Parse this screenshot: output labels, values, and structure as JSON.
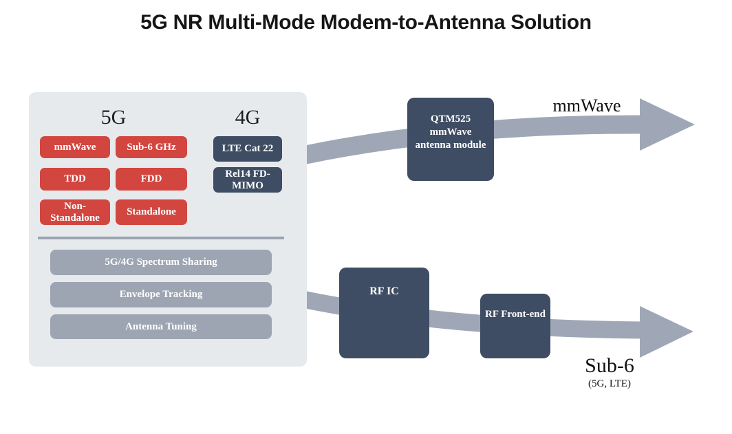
{
  "title": "5G NR Multi-Mode Modem-to-Antenna Solution",
  "panel": {
    "heading_5g": "5G",
    "heading_4g": "4G",
    "red_buttons": [
      "mmWave",
      "Sub-6 GHz",
      "TDD",
      "FDD",
      "Non-Standalone",
      "Standalone"
    ],
    "navy_buttons": [
      "LTE Cat 22",
      "Rel14 FD-MIMO"
    ],
    "features": [
      "5G/4G Spectrum Sharing",
      "Envelope Tracking",
      "Antenna Tuning"
    ]
  },
  "mmwave_flow": {
    "module": {
      "line1": "QTM525",
      "line2": "mmWave",
      "line3": "antenna module"
    },
    "label": "mmWave"
  },
  "sub6_flow": {
    "rfic": "RF IC",
    "rffe": "RF Front-end",
    "label": "Sub-6",
    "sublabel": "(5G, LTE)"
  },
  "colors": {
    "red_chip": "#D2463F",
    "navy_box": "#3E4D63",
    "panel_background": "#E7EAED",
    "gray_feature_bar": "#9DA4B2",
    "arrow": "#9FA7B7",
    "text_dark": "#161616",
    "text_on_fill": "#FFFFFF"
  }
}
